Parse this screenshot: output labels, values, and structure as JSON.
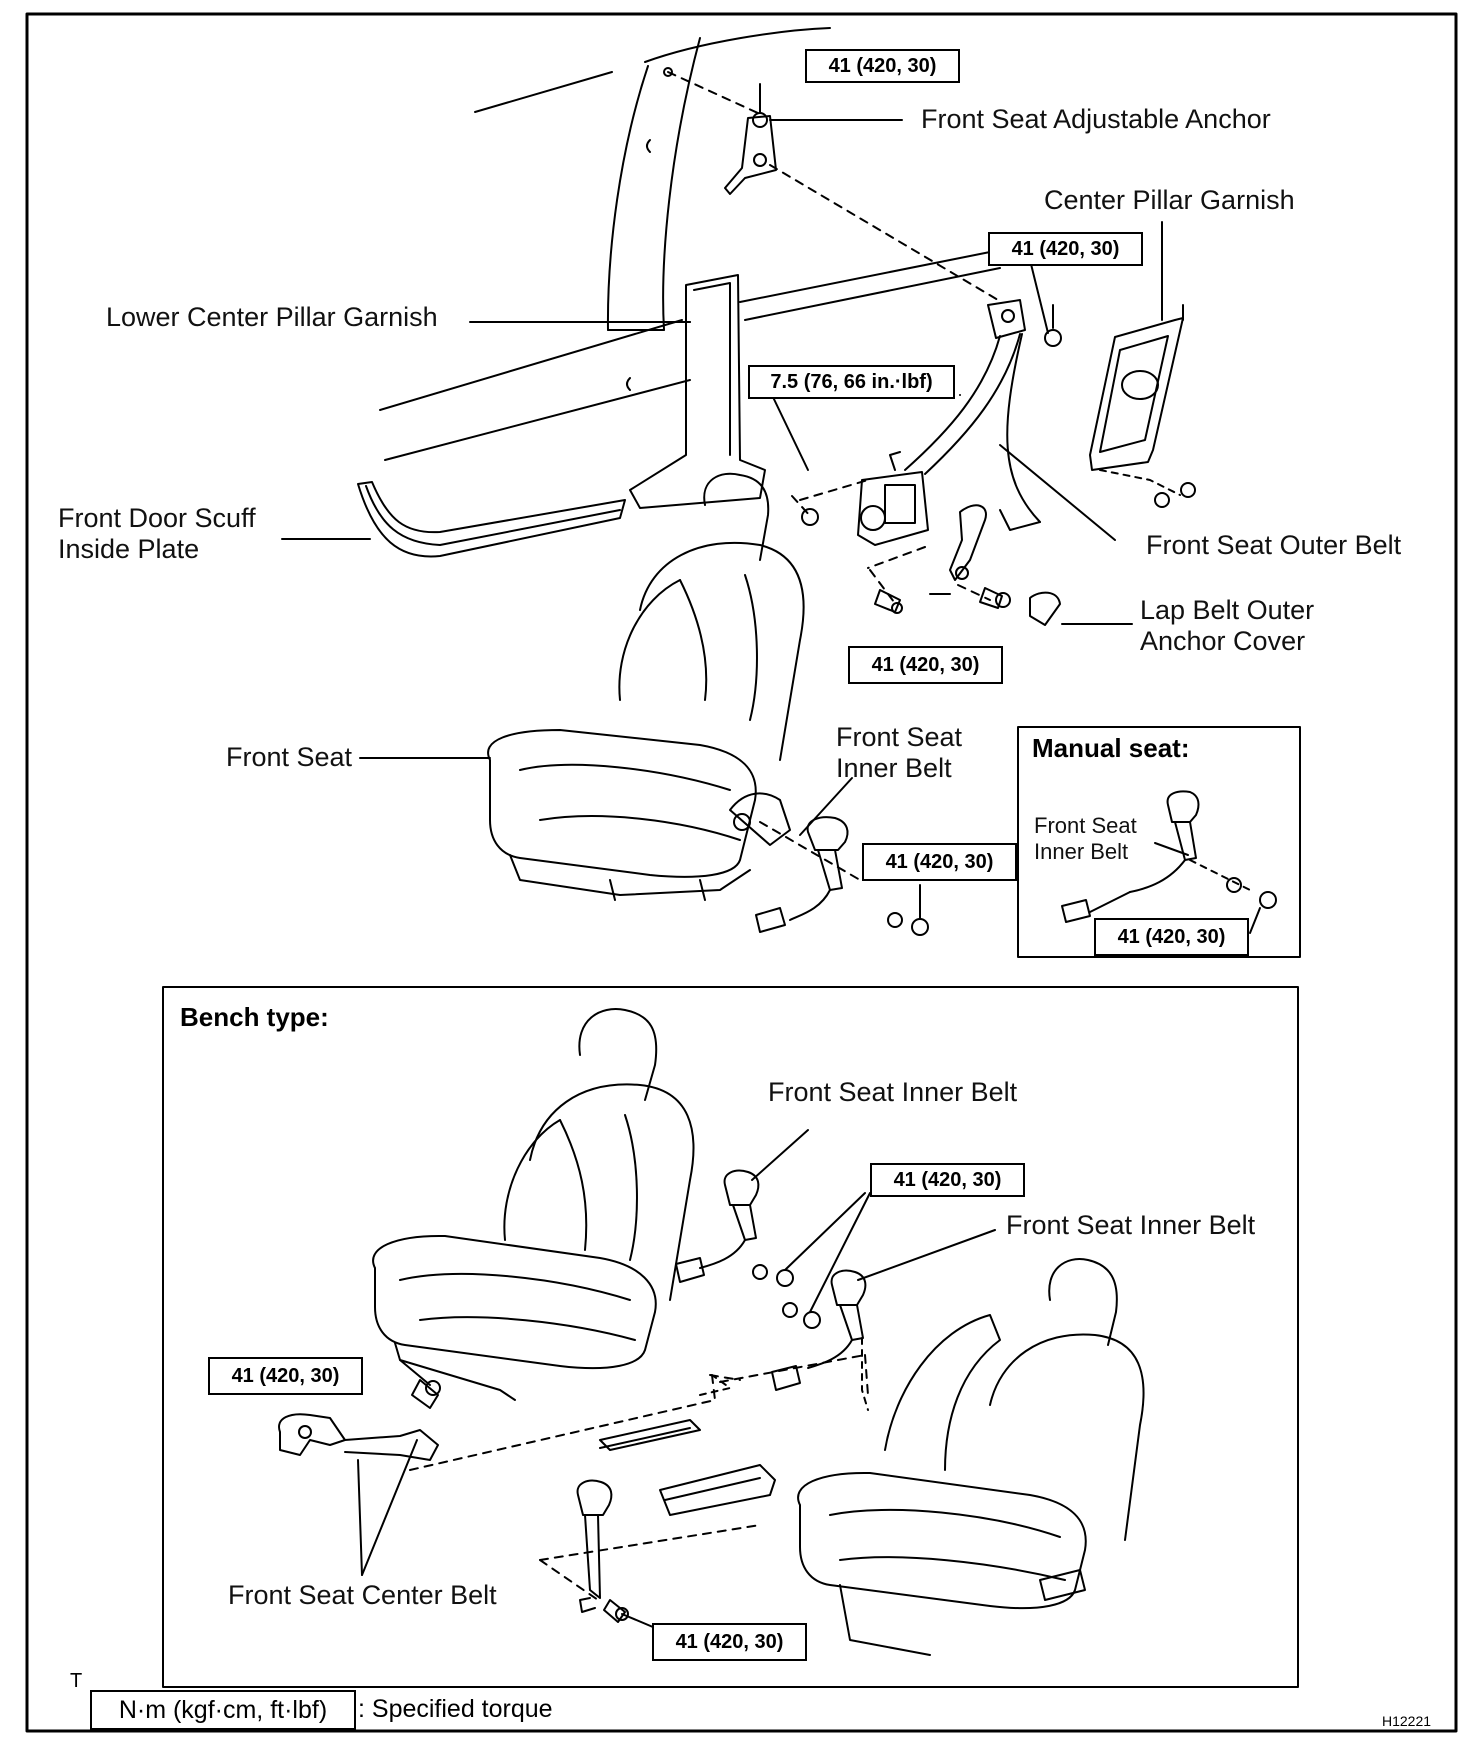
{
  "diagram": {
    "labels": {
      "front_seat_adjustable_anchor": "Front Seat Adjustable Anchor",
      "center_pillar_garnish": "Center Pillar Garnish",
      "lower_center_pillar_garnish": "Lower Center Pillar Garnish",
      "front_door_scuff_line1": "Front Door Scuff",
      "front_door_scuff_line2": "Inside Plate",
      "front_seat_outer_belt": "Front Seat Outer Belt",
      "lap_belt_cover_line1": "Lap Belt Outer",
      "lap_belt_cover_line2": "Anchor Cover",
      "front_seat": "Front Seat",
      "front_seat_inner_belt_line1": "Front Seat",
      "front_seat_inner_belt_line2": "Inner Belt",
      "manual_inner_belt_line1": "Front Seat",
      "manual_inner_belt_line2": "Inner Belt",
      "bench_inner_belt_top": "Front Seat Inner Belt",
      "bench_inner_belt_right": "Front Seat Inner Belt",
      "front_seat_center_belt": "Front Seat Center Belt"
    },
    "torques": {
      "adjustable_anchor": "41 (420, 30)",
      "outer_belt_upper": "41 (420, 30)",
      "retractor": "7.5 (76, 66 in.·lbf)",
      "lap_anchor": "41 (420, 30)",
      "inner_belt": "41 (420, 30)",
      "manual_inner_belt": "41 (420, 30)",
      "bench_inner": "41 (420, 30)",
      "bench_center_left": "41 (420, 30)",
      "bench_center_bottom": "41 (420, 30)"
    },
    "insets": {
      "manual_title": "Manual seat:",
      "bench_title": "Bench type:"
    },
    "legend": {
      "marker": "T",
      "unit": "N·m (kgf·cm, ft·lbf)",
      "text": ": Specified torque"
    },
    "figure_id": "H12221"
  }
}
